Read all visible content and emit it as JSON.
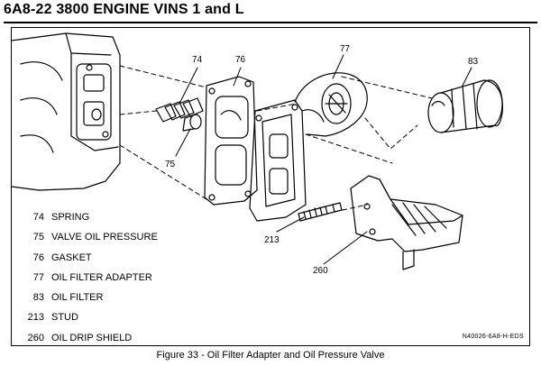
{
  "header": {
    "title": "6A8-22  3800 ENGINE VINS 1 and L"
  },
  "figure": {
    "caption": "Figure 33 - Oil Filter Adapter and Oil Pressure Valve",
    "code": "N40026-6A8-H-EDS",
    "callouts": [
      "74",
      "76",
      "77",
      "83",
      "75",
      "213",
      "260"
    ],
    "legend": [
      {
        "num": "74",
        "text": "SPRING"
      },
      {
        "num": "75",
        "text": "VALVE OIL PRESSURE"
      },
      {
        "num": "76",
        "text": "GASKET"
      },
      {
        "num": "77",
        "text": "OIL FILTER ADAPTER"
      },
      {
        "num": "83",
        "text": "OIL FILTER"
      },
      {
        "num": "213",
        "text": "STUD"
      },
      {
        "num": "260",
        "text": "OIL DRIP SHIELD"
      }
    ]
  }
}
